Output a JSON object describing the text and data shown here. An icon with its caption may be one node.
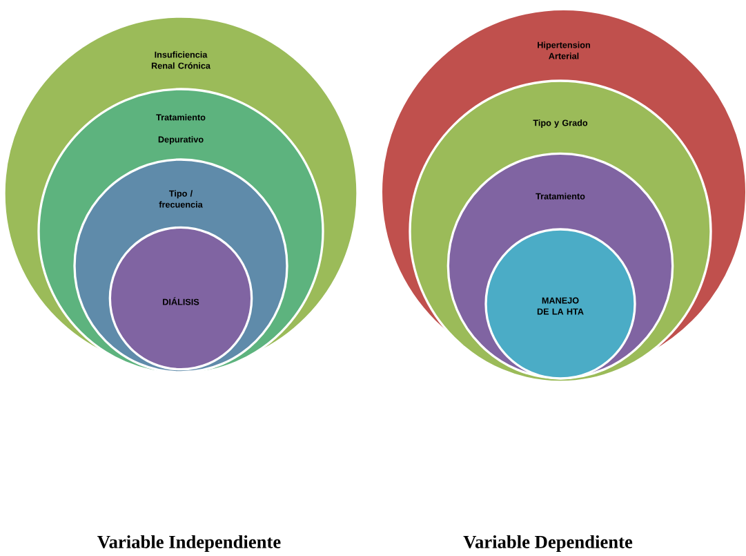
{
  "diagram": {
    "nodes": [
      {
        "text": [
          "Insuficiencia Renal Crónica"
        ]
      },
      {
        "text": [
          "Tratamiento Depurativo"
        ],
        "in": 0
      },
      {
        "text": [
          "Tipo / frecuencia"
        ],
        "in": 1
      },
      {
        "text": [
          "DIÁLISIS"
        ],
        "in": 2
      },
      {
        "text": [
          "Hipertension Arterial"
        ]
      },
      {
        "text": [
          "Tipo y Grado"
        ],
        "in": 4
      },
      {
        "text": [
          "Tratamiento"
        ],
        "in": 5
      },
      {
        "text": [
          "MANEJO DE LA HTA"
        ],
        "in": 6
      }
    ],
    "edges": [],
    "labels": [
      "Variable Independiente",
      "Variable Dependiente"
    ]
  }
}
